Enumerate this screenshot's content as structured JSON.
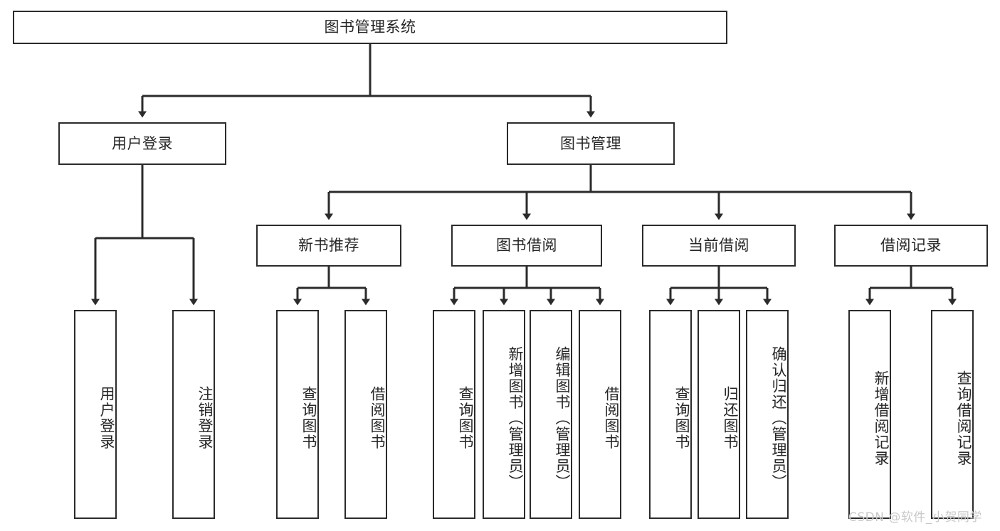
{
  "diagram": {
    "title": "图书管理系统",
    "type": "tree",
    "orientation": "top-down",
    "colors": {
      "box_stroke": "#2b2b2b",
      "box_fill": "#ffffff",
      "connector": "#2b2b2b",
      "text": "#262626",
      "watermark": "#c9c9c9",
      "background": "#ffffff"
    },
    "root": {
      "label": "图书管理系统"
    },
    "level2": [
      {
        "id": "user-login",
        "label": "用户登录"
      },
      {
        "id": "book-manage",
        "label": "图书管理"
      }
    ],
    "level3": [
      {
        "id": "new-book-recommend",
        "label": "新书推荐",
        "parent": "book-manage"
      },
      {
        "id": "book-borrow",
        "label": "图书借阅",
        "parent": "book-manage"
      },
      {
        "id": "current-borrow",
        "label": "当前借阅",
        "parent": "book-manage"
      },
      {
        "id": "borrow-record",
        "label": "借阅记录",
        "parent": "book-manage"
      }
    ],
    "leaves": {
      "user-login": [
        {
          "id": "leaf-user-login",
          "label": "用户登录"
        },
        {
          "id": "leaf-user-logout",
          "label": "注销登录"
        }
      ],
      "new-book-recommend": [
        {
          "id": "leaf-query-book-1",
          "label": "查询图书"
        },
        {
          "id": "leaf-borrow-book-1",
          "label": "借阅图书"
        }
      ],
      "book-borrow": [
        {
          "id": "leaf-query-book-2",
          "label": "查询图书"
        },
        {
          "id": "leaf-add-book",
          "label": "新增图书（管理员）"
        },
        {
          "id": "leaf-edit-book",
          "label": "编辑图书（管理员）"
        },
        {
          "id": "leaf-borrow-book-2",
          "label": "借阅图书"
        }
      ],
      "current-borrow": [
        {
          "id": "leaf-query-book-3",
          "label": "查询图书"
        },
        {
          "id": "leaf-return-book",
          "label": "归还图书"
        },
        {
          "id": "leaf-confirm-return",
          "label": "确认归还（管理员）"
        }
      ],
      "borrow-record": [
        {
          "id": "leaf-add-record",
          "label": "新增借阅记录"
        },
        {
          "id": "leaf-query-record",
          "label": "查询借阅记录"
        }
      ]
    }
  },
  "watermark": {
    "text": "CSDN @软件_小贺同学"
  }
}
